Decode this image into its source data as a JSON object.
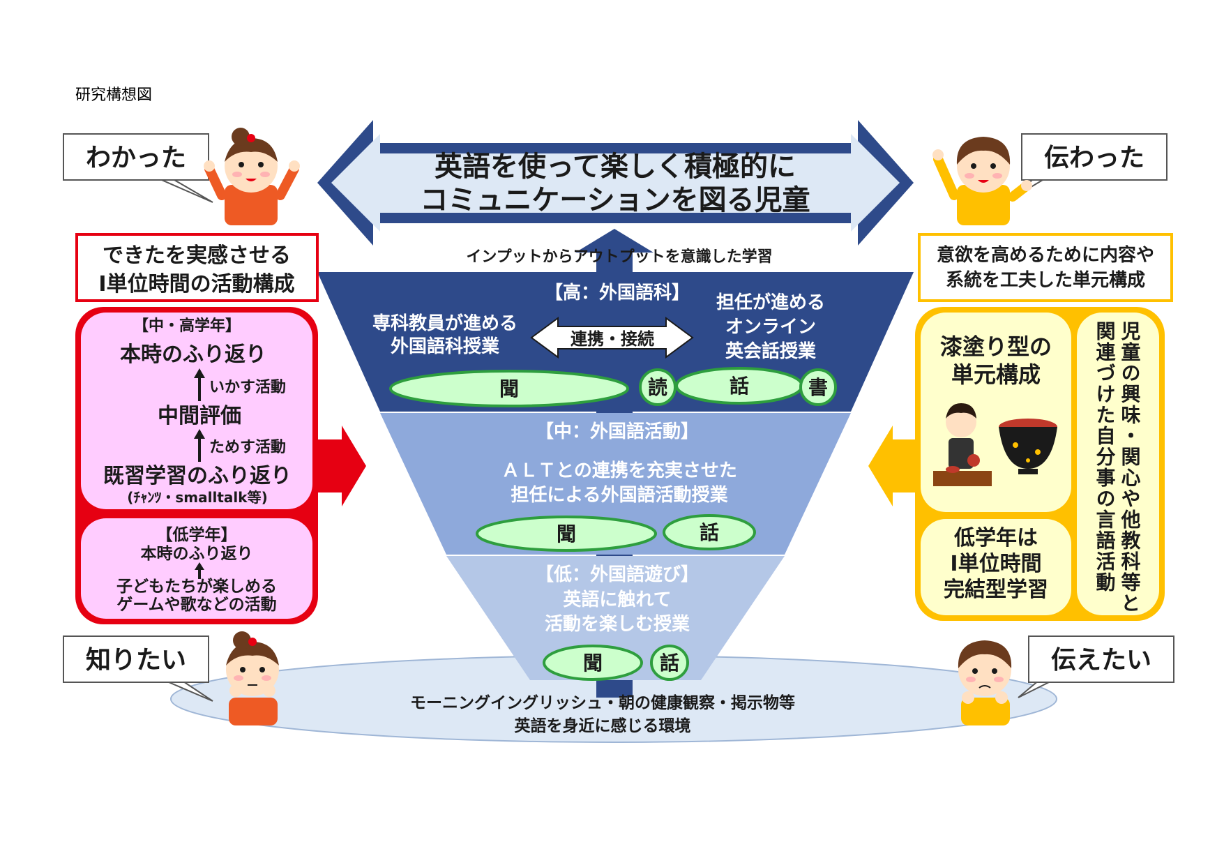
{
  "page_title": "研究構想図",
  "goal": {
    "line1": "英語を使って楽しく積極的に",
    "line2": "コミュニケーションを図る児童"
  },
  "speech": {
    "top_left": "わかった",
    "top_right": "伝わった",
    "bottom_left": "知りたい",
    "bottom_right": "伝えたい"
  },
  "left_panel": {
    "title_line1": "できたを実感させる",
    "title_line2": "I単位時間の活動構成",
    "upper_box": {
      "header": "【中・高学年】",
      "step1": "本時のふり返り",
      "arrow1_label": "いかす活動",
      "step2": "中間評価",
      "arrow2_label": "ためす活動",
      "step3": "既習学習のふり返り",
      "step3_note": "(ﾁｬﾝﾂ・smalltalk等)"
    },
    "lower_box": {
      "header": "【低学年】",
      "step1": "本時のふり返り",
      "step2_line1": "子どもたちが楽しめる",
      "step2_line2": "ゲームや歌などの活動"
    }
  },
  "right_panel": {
    "title_line1": "意欲を高めるために内容や",
    "title_line2": "系統を工夫した単元構成",
    "box1_line1": "漆塗り型の",
    "box1_line2": "単元構成",
    "box2_line1": "低学年は",
    "box2_line2": "I単位時間",
    "box2_line3": "完結型学習",
    "vertical_col1": "児童の興味・関心や他教科等と",
    "vertical_col2": "関連づけた自分事の言語活動"
  },
  "center": {
    "input_output": "インプットからアウトプットを意識した学習",
    "high": {
      "header": "【高：外国語科】",
      "left_line1": "専科教員が進める",
      "left_line2": "外国語科授業",
      "link": "連携・接続",
      "right_line1": "担任が進める",
      "right_line2": "オンライン",
      "right_line3": "英会話授業",
      "skills": [
        "聞",
        "読",
        "話",
        "書"
      ]
    },
    "mid": {
      "header": "【中：外国語活動】",
      "line1": "ＡＬＴとの連携を充実させた",
      "line2": "担任による外国語活動授業",
      "skills": [
        "聞",
        "話"
      ]
    },
    "low": {
      "header": "【低：外国語遊び】",
      "line1": "英語に触れて",
      "line2": "活動を楽しむ授業",
      "skills": [
        "聞",
        "話"
      ]
    },
    "base_line1": "モーニングイングリッシュ・朝の健康観察・掲示物等",
    "base_line2": "英語を身近に感じる環境"
  },
  "colors": {
    "navy": "#2e4a8a",
    "mid_blue": "#8ea9db",
    "light_blue": "#b4c7e7",
    "pale_blue": "#dde8f5",
    "red": "#e60012",
    "pink": "#ffccff",
    "yellow": "#ffc000",
    "cream": "#ffffcc",
    "mint": "#ccffcc",
    "green": "#2e9e3e"
  }
}
